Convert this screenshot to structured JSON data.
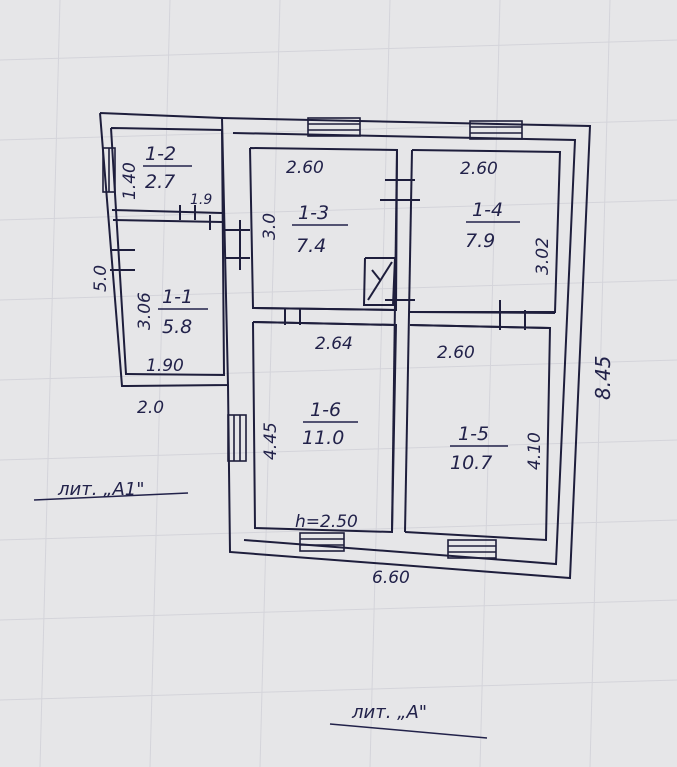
{
  "rooms": [
    {
      "id": "1-1",
      "label": "1-1",
      "area": "5.8"
    },
    {
      "id": "1-2",
      "label": "1-2",
      "area": "2.7"
    },
    {
      "id": "1-3",
      "label": "1-3",
      "area": "7.4"
    },
    {
      "id": "1-4",
      "label": "1-4",
      "area": "7.9"
    },
    {
      "id": "1-5",
      "label": "1-5",
      "area": "10.7"
    },
    {
      "id": "1-6",
      "label": "1-6",
      "area": "11.0"
    }
  ],
  "dimensions": {
    "room_1_2_height": "1.40",
    "room_1_2_width": "1.9",
    "annex_height": "5.0",
    "room_1_1_height": "3.06",
    "room_1_1_width": "1.90",
    "annex_width": "2.0",
    "room_1_3_width": "2.60",
    "room_1_3_height": "3.0",
    "room_1_4_width": "2.60",
    "room_1_4_height": "3.02",
    "room_1_6_width": "2.64",
    "room_1_6_height": "4.45",
    "room_1_5_width": "2.60",
    "room_1_5_height": "4.10",
    "ceiling_height": "h=2.50",
    "main_width": "6.60",
    "main_height": "8.45"
  },
  "annotations": {
    "annex_label": "лит. „А1\"",
    "main_label": "лит. „А\""
  }
}
